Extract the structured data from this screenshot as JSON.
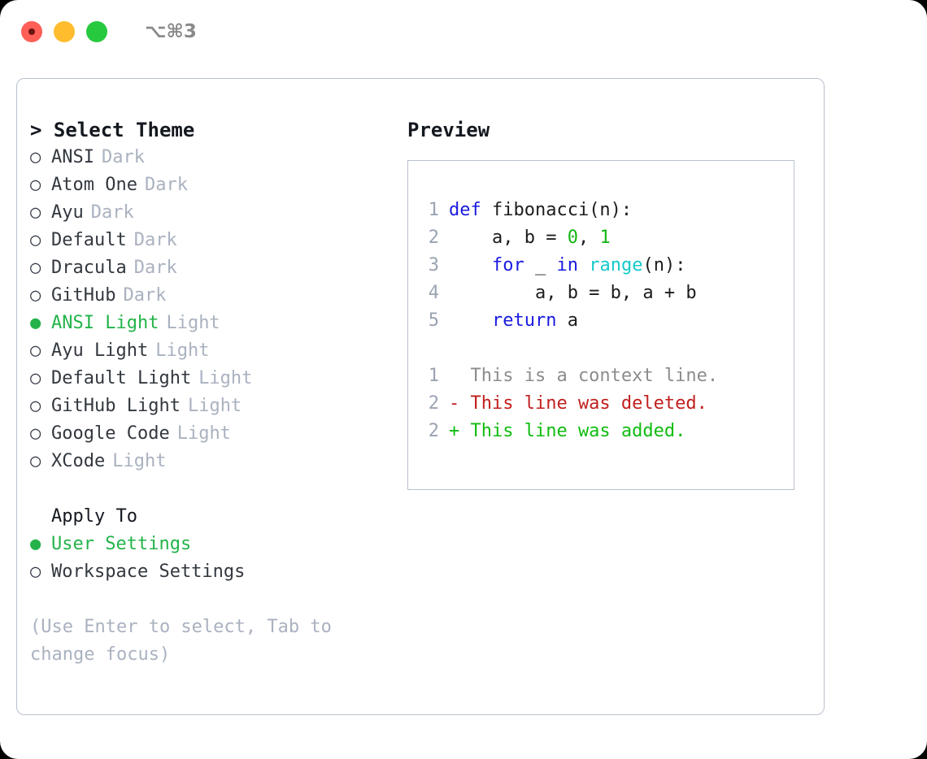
{
  "titlebar": {
    "shortcut": "⌥⌘3",
    "lights": [
      {
        "name": "close-button",
        "color": "#ff5f56"
      },
      {
        "name": "minimize-button",
        "color": "#ffbd2e"
      },
      {
        "name": "maximize-button",
        "color": "#27c93f"
      }
    ]
  },
  "theme_picker": {
    "title": "> Select Theme",
    "items": [
      {
        "marker": "○",
        "name": "ANSI",
        "suffix": "Dark",
        "selected": false
      },
      {
        "marker": "○",
        "name": "Atom One",
        "suffix": "Dark",
        "selected": false
      },
      {
        "marker": "○",
        "name": "Ayu",
        "suffix": "Dark",
        "selected": false
      },
      {
        "marker": "○",
        "name": "Default",
        "suffix": "Dark",
        "selected": false
      },
      {
        "marker": "○",
        "name": "Dracula",
        "suffix": "Dark",
        "selected": false
      },
      {
        "marker": "○",
        "name": "GitHub",
        "suffix": "Dark",
        "selected": false
      },
      {
        "marker": "●",
        "name": "ANSI Light",
        "suffix": "Light",
        "selected": true
      },
      {
        "marker": "○",
        "name": "Ayu Light",
        "suffix": "Light",
        "selected": false
      },
      {
        "marker": "○",
        "name": "Default Light",
        "suffix": "Light",
        "selected": false
      },
      {
        "marker": "○",
        "name": "GitHub Light",
        "suffix": "Light",
        "selected": false
      },
      {
        "marker": "○",
        "name": "Google Code",
        "suffix": "Light",
        "selected": false
      },
      {
        "marker": "○",
        "name": "XCode",
        "suffix": "Light",
        "selected": false
      }
    ]
  },
  "apply_to": {
    "title": "Apply To",
    "items": [
      {
        "marker": "●",
        "name": "User Settings",
        "selected": true
      },
      {
        "marker": "○",
        "name": "Workspace Settings",
        "selected": false
      }
    ]
  },
  "hint": "(Use Enter to select, Tab to change focus)",
  "preview": {
    "title": "Preview",
    "code_lines": [
      {
        "no": "1",
        "tokens": [
          {
            "t": "def ",
            "c": "kw"
          },
          {
            "t": "fibonacci(n):",
            "c": "txt"
          }
        ]
      },
      {
        "no": "2",
        "tokens": [
          {
            "t": "    a, b = ",
            "c": "txt"
          },
          {
            "t": "0",
            "c": "num"
          },
          {
            "t": ", ",
            "c": "txt"
          },
          {
            "t": "1",
            "c": "num"
          }
        ]
      },
      {
        "no": "3",
        "tokens": [
          {
            "t": "    ",
            "c": "txt"
          },
          {
            "t": "for",
            "c": "kw"
          },
          {
            "t": " _ ",
            "c": "txt"
          },
          {
            "t": "in",
            "c": "kw"
          },
          {
            "t": " ",
            "c": "txt"
          },
          {
            "t": "range",
            "c": "fn"
          },
          {
            "t": "(n):",
            "c": "txt"
          }
        ]
      },
      {
        "no": "4",
        "tokens": [
          {
            "t": "        a, b = b, a + b",
            "c": "txt"
          }
        ]
      },
      {
        "no": "5",
        "tokens": [
          {
            "t": "    ",
            "c": "txt"
          },
          {
            "t": "return",
            "c": "kw"
          },
          {
            "t": " a",
            "c": "txt"
          }
        ]
      }
    ],
    "diff_lines": [
      {
        "no": "1",
        "text": "  This is a context line.",
        "kind": "ctx"
      },
      {
        "no": "2",
        "text": "- This line was deleted.",
        "kind": "del"
      },
      {
        "no": "2",
        "text": "+ This line was added.",
        "kind": "add"
      }
    ]
  },
  "colors": {
    "accent_green": "#23b34a",
    "keyword_blue": "#1a1ae0",
    "number_green": "#13b713",
    "builtin_cyan": "#15c9c9",
    "diff_delete": "#c21f1f",
    "diff_add": "#10bc10",
    "muted": "#aab2c0",
    "border": "#b9c1cd"
  }
}
